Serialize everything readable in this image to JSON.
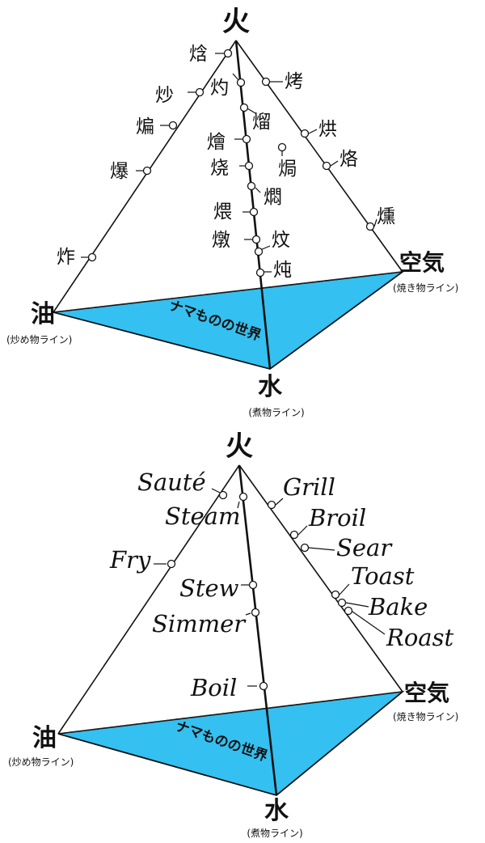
{
  "top_diagram": {
    "vertices": {
      "fire": "火",
      "air": "空気",
      "air_sub": "(焼き物ライン)",
      "oil": "油",
      "oil_sub": "(炒め物ライン)",
      "water": "水",
      "water_sub": "(煮物ライン)"
    },
    "region_label": "ナマものの世界",
    "labels": {
      "l1": "焓",
      "l2": "炒",
      "l3": "煸",
      "l4": "爆",
      "l5": "炸",
      "c1": "灼",
      "c2": "熘",
      "c3": "燴",
      "c4": "烧",
      "c5": "焗",
      "c6": "煨",
      "c7": "燜",
      "c8": "燉",
      "c9": "炆",
      "c10": "炖",
      "r1": "烤",
      "r2": "烘",
      "r3": "烙",
      "r4": "燻"
    }
  },
  "bottom_diagram": {
    "vertices": {
      "fire": "火",
      "air": "空気",
      "air_sub": "(焼き物ライン)",
      "oil": "油",
      "oil_sub": "(炒め物ライン)",
      "water": "水",
      "water_sub": "(煮物ライン)"
    },
    "region_label": "ナマものの世界",
    "labels": {
      "saute": "Sauté",
      "steam": "Steam",
      "fry": "Fry",
      "stew": "Stew",
      "simmer": "Simmer",
      "boil": "Boil",
      "grill": "Grill",
      "broil": "Broil",
      "sear": "Sear",
      "toast": "Toast",
      "bake": "Bake",
      "roast": "Roast"
    }
  },
  "colors": {
    "base_fill": "#34c0f0",
    "line": "#111111"
  }
}
